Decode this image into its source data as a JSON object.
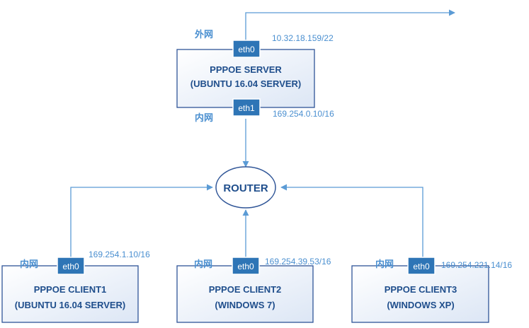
{
  "server": {
    "zone_wan": "外网",
    "zone_lan": "内网",
    "eth0_label": "eth0",
    "eth1_label": "eth1",
    "eth0_ip": "10.32.18.159/22",
    "eth1_ip": "169.254.0.10/16",
    "title_line1": "PPPOE SERVER",
    "title_line2": "(UBUNTU 16.04 SERVER)"
  },
  "router": {
    "label": "ROUTER"
  },
  "clients": [
    {
      "zone": "内网",
      "port": "eth0",
      "ip": "169.254.1.10/16",
      "line1": "PPPOE CLIENT1",
      "line2": "(UBUNTU 16.04 SERVER)"
    },
    {
      "zone": "内网",
      "port": "eth0",
      "ip": "169.254.39.53/16",
      "line1": "PPPOE CLIENT2",
      "line2": "(WINDOWS 7)"
    },
    {
      "zone": "内网",
      "port": "eth0",
      "ip": "169.254.221.14/16",
      "line1": "PPPOE CLIENT3",
      "line2": "(WINDOWS XP)"
    }
  ],
  "colors": {
    "line": "#5b9bd5",
    "port_fill": "#2e75b6",
    "box_border": "#2f5597",
    "text_blue": "#4a8fd0",
    "text_dark": "#1f4e8c"
  }
}
